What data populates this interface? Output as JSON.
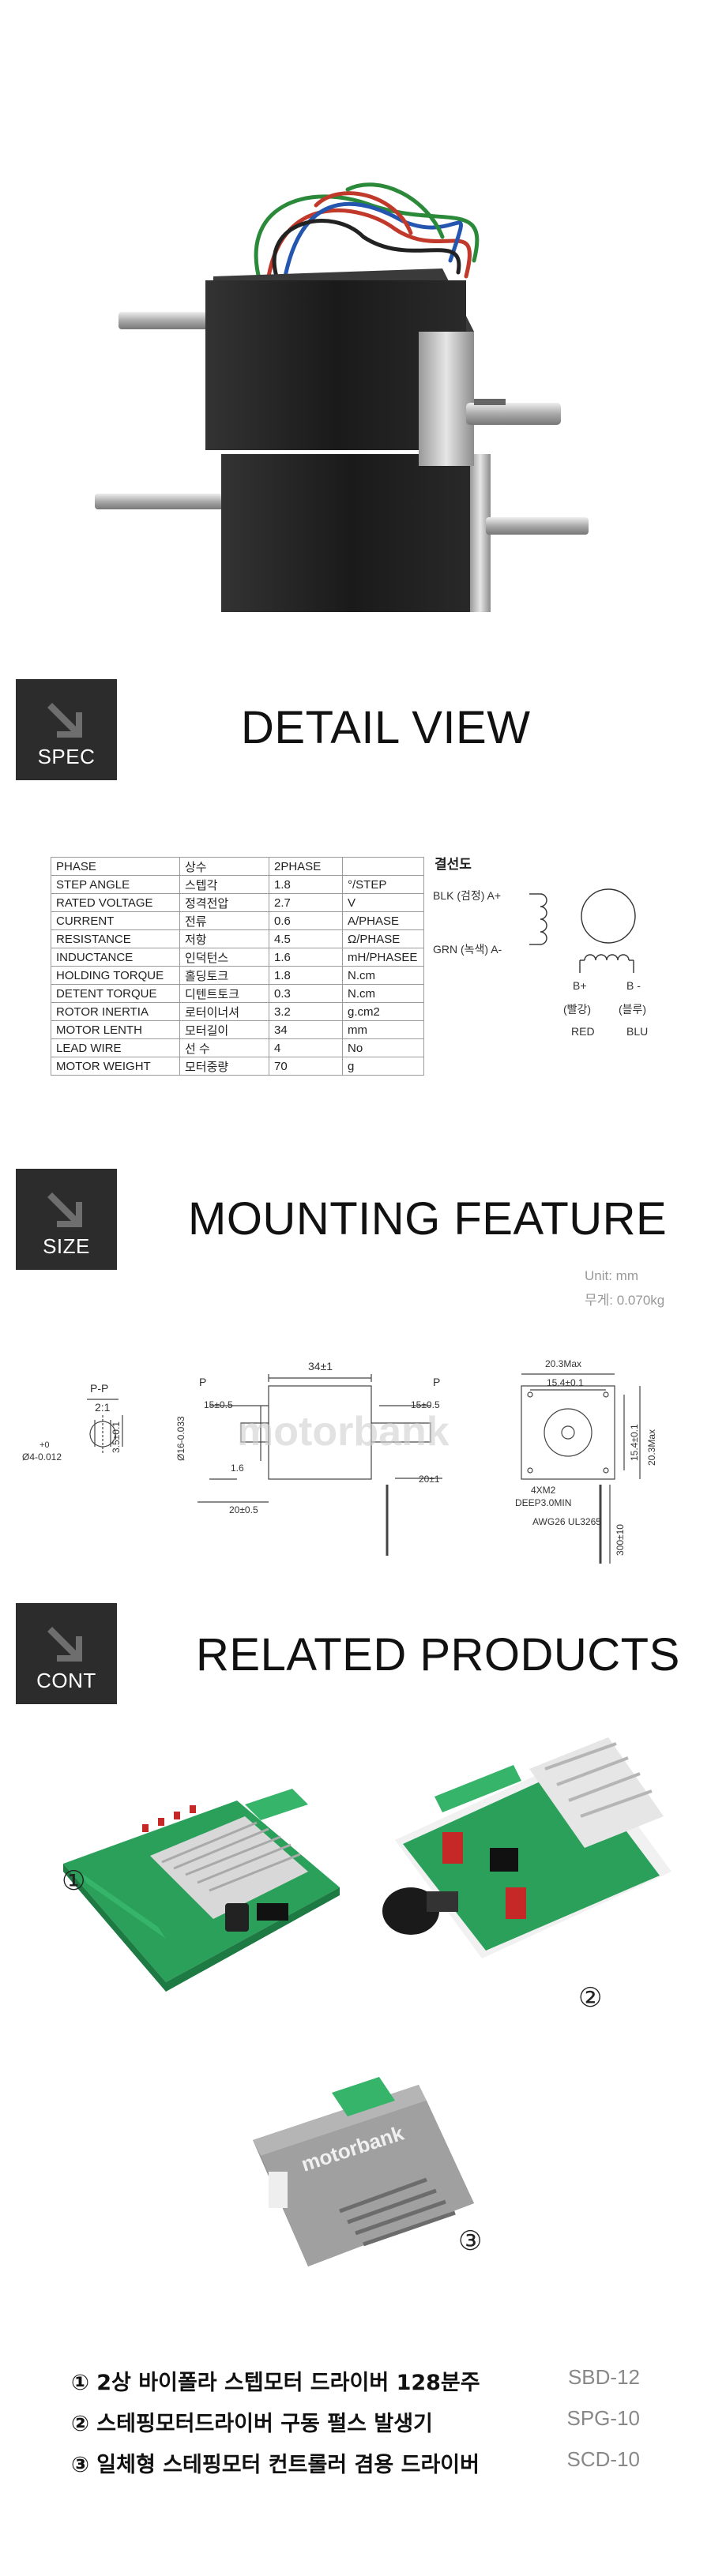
{
  "colors": {
    "badge_bg": "#2c2c2c",
    "pcb_green": "#2aa05a",
    "motor_black": "#1a1a1a"
  },
  "sections": {
    "spec": {
      "badge": "SPEC",
      "title": "DETAIL VIEW"
    },
    "size": {
      "badge": "SIZE",
      "title": "MOUNTING FEATURE"
    },
    "cont": {
      "badge": "CONT",
      "title": "RELATED PRODUCTS"
    }
  },
  "spec_table": {
    "rows": [
      [
        "PHASE",
        "상수",
        "2PHASE",
        ""
      ],
      [
        "STEP ANGLE",
        "스텝각",
        "1.8",
        "°/STEP"
      ],
      [
        "RATED VOLTAGE",
        "정격전압",
        "2.7",
        "V"
      ],
      [
        "CURRENT",
        "전류",
        "0.6",
        "A/PHASE"
      ],
      [
        "RESISTANCE",
        "저항",
        "4.5",
        "Ω/PHASE"
      ],
      [
        "INDUCTANCE",
        "인덕턴스",
        "1.6",
        "mH/PHASEE"
      ],
      [
        "HOLDING TORQUE",
        "홀딩토크",
        "1.8",
        "N.cm"
      ],
      [
        "DETENT TORQUE",
        "디텐트토크",
        "0.3",
        "N.cm"
      ],
      [
        "ROTOR INERTIA",
        "로터이너셔",
        "3.2",
        "g.cm2"
      ],
      [
        "MOTOR LENTH",
        "모터길이",
        "34",
        "mm"
      ],
      [
        "LEAD WIRE",
        "선 수",
        "4",
        "No"
      ],
      [
        "MOTOR WEIGHT",
        "모터중량",
        "70",
        "g"
      ]
    ]
  },
  "wiring": {
    "title": "결선도",
    "a_plus": "BLK (검정) A+",
    "a_minus": "GRN (녹색) A-",
    "b_plus": "B+",
    "b_minus": "B -",
    "b_plus_kr": "(빨강)",
    "b_minus_kr": "(블루)",
    "b_plus_color": "RED",
    "b_minus_color": "BLU"
  },
  "mounting": {
    "unit": "Unit: mm",
    "weight": "무게: 0.070kg",
    "pp": "P-P",
    "ratio": "2:1",
    "phi4": "Ø4-0.012",
    "phi4_top": "+0",
    "d35": "3.5±0.1",
    "d34": "34±1",
    "d15a": "15±0.5",
    "phi16": "Ø16-0.033",
    "d16": "1.6",
    "d20a": "20±0.5",
    "p": "P",
    "d15b": "15±0.5",
    "d20b": "20±1",
    "d203max": "20.3Max",
    "d154a": "15.4±0.1",
    "d154b": "15.4±0.1",
    "d203max2": "20.3Max",
    "m2": "4XM2",
    "deep": "DEEP3.0MIN",
    "awg": "AWG26 UL3265",
    "d300": "300±10",
    "watermark": "motorbank"
  },
  "products": [
    {
      "num": "①",
      "name": "2상 바이폴라 스텝모터 드라이버 128분주",
      "code": "SBD-12"
    },
    {
      "num": "②",
      "name": "스테핑모터드라이버 구동 펄스 발생기",
      "code": "SPG-10"
    },
    {
      "num": "③",
      "name": "일체형 스테핑모터 컨트롤러 겸용 드라이버",
      "code": "SCD-10"
    }
  ],
  "product_markers": {
    "m1": "①",
    "m2": "②",
    "m3": "③"
  },
  "scd_logo": "motorbank"
}
